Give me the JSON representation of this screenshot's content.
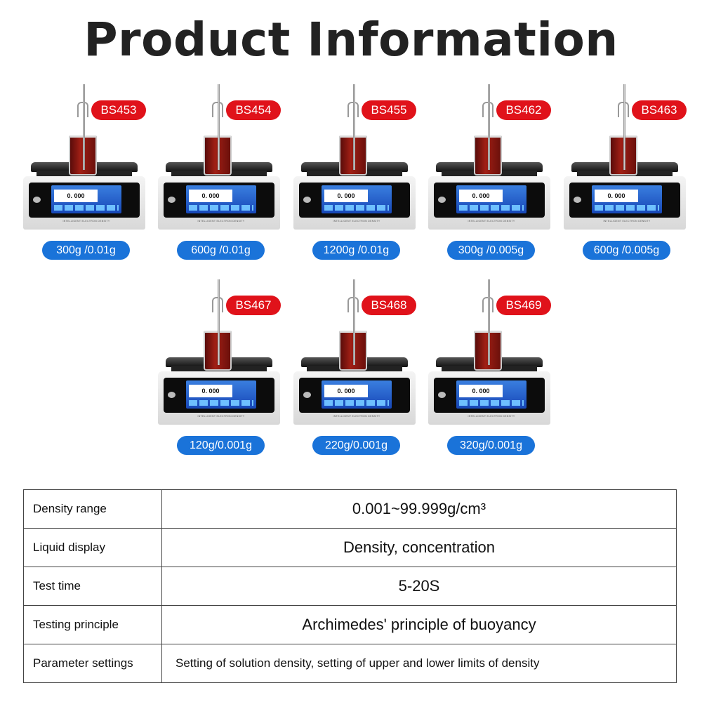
{
  "title": "Product Information",
  "device_label": "INTELLIGENT ELECTRON DENSITY",
  "screen_reading": "0. 000",
  "products": [
    {
      "model": "BS453",
      "spec": "300g /0.01g"
    },
    {
      "model": "BS454",
      "spec": "600g /0.01g"
    },
    {
      "model": "BS455",
      "spec": "1200g /0.01g"
    },
    {
      "model": "BS462",
      "spec": "300g /0.005g"
    },
    {
      "model": "BS463",
      "spec": "600g /0.005g"
    },
    {
      "model": "BS467",
      "spec": "120g/0.001g"
    },
    {
      "model": "BS468",
      "spec": "220g/0.001g"
    },
    {
      "model": "BS469",
      "spec": "320g/0.001g"
    }
  ],
  "specs": [
    {
      "label": "Density range",
      "value": "0.001~99.999g/cm³"
    },
    {
      "label": "Liquid display",
      "value": "Density, concentration"
    },
    {
      "label": "Test time",
      "value": "5-20S"
    },
    {
      "label": "Testing principle",
      "value": "Archimedes' principle of buoyancy"
    },
    {
      "label": "Parameter settings",
      "value": "Setting of solution density, setting of upper and lower limits of density"
    }
  ],
  "colors": {
    "model_badge": "#e0121a",
    "spec_pill": "#1a73d9",
    "title": "#222222"
  }
}
